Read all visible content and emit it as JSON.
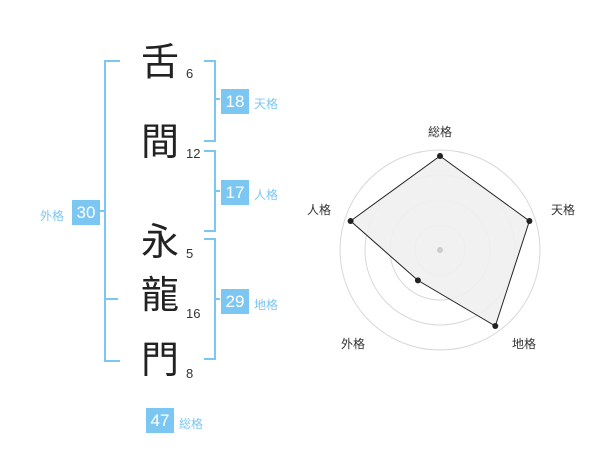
{
  "name": {
    "chars": [
      {
        "char": "舌",
        "strokes": "6"
      },
      {
        "char": "間",
        "strokes": "12"
      },
      {
        "char": "永",
        "strokes": "5"
      },
      {
        "char": "龍",
        "strokes": "16"
      },
      {
        "char": "門",
        "strokes": "8"
      }
    ]
  },
  "fortunes": {
    "tenkaku": {
      "value": "18",
      "label": "天格"
    },
    "jinkaku": {
      "value": "17",
      "label": "人格"
    },
    "chikaku": {
      "value": "29",
      "label": "地格"
    },
    "gaikaku": {
      "value": "30",
      "label": "外格"
    },
    "soukaku": {
      "value": "47",
      "label": "総格"
    }
  },
  "radar": {
    "axes": [
      "総格",
      "天格",
      "地格",
      "外格",
      "人格"
    ],
    "levels": 4,
    "values": [
      1.0,
      1.0,
      1.0,
      0.4,
      1.0
    ],
    "colors": {
      "ring": "#d8d8d8",
      "fill": "#efefef",
      "line": "#222222",
      "point": "#222222",
      "center": "#cccccc"
    }
  },
  "accent": "#7cc7f2"
}
